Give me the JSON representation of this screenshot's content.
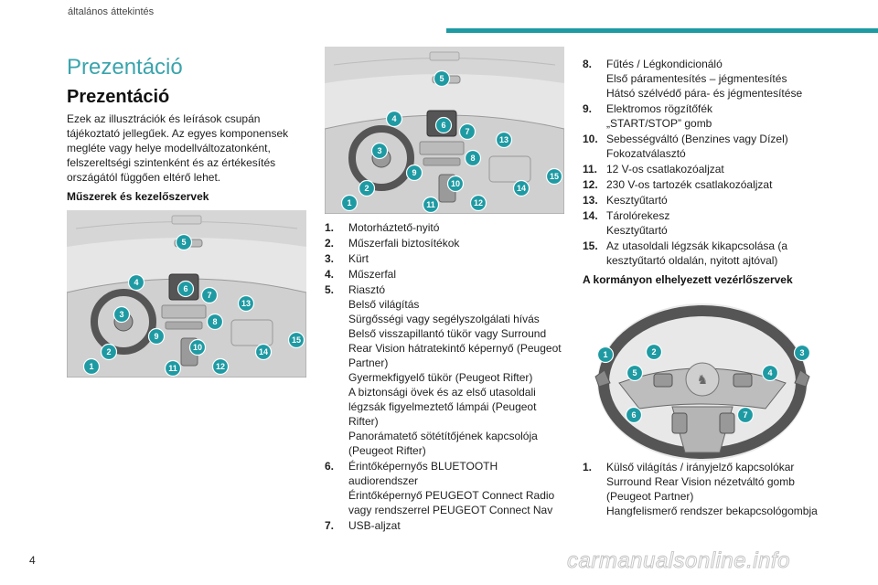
{
  "header": {
    "section": "általános áttekintés"
  },
  "page": {
    "title": "Prezentáció",
    "heading": "Prezentáció",
    "intro": "Ezek az illusztrációk és leírások csupán tájékoztató jellegűek. Az egyes komponensek megléte vagy helye modellváltozatonként, felszereltségi szintenként és az értékesítés országától függően eltérő lehet.",
    "subheading_controls": "Műszerek és kezelőszervek",
    "subheading_steering": "A kormányon elhelyezett vezérlőszervek",
    "page_number": "4"
  },
  "dashboard_callouts": [
    "1",
    "2",
    "3",
    "4",
    "5",
    "6",
    "7",
    "8",
    "9",
    "10",
    "11",
    "12",
    "13",
    "14",
    "15"
  ],
  "steering_callouts": [
    "1",
    "2",
    "3",
    "4",
    "5",
    "6",
    "7"
  ],
  "list_middle": [
    {
      "num": "1.",
      "lines": [
        "Motorháztető-nyitó"
      ]
    },
    {
      "num": "2.",
      "lines": [
        "Műszerfali biztosítékok"
      ]
    },
    {
      "num": "3.",
      "lines": [
        "Kürt"
      ]
    },
    {
      "num": "4.",
      "lines": [
        "Műszerfal"
      ]
    },
    {
      "num": "5.",
      "lines": [
        "Riasztó",
        "Belső világítás",
        "Sürgősségi vagy segélyszolgálati hívás",
        "Belső visszapillantó tükör vagy Surround Rear Vision hátratekintő képernyő (Peugeot Partner)",
        "Gyermekfigyelő tükör (Peugeot Rifter)",
        "A biztonsági övek és az első utasoldali légzsák figyelmeztető lámpái (Peugeot Rifter)",
        "Panorámatető sötétítőjének kapcsolója (Peugeot Rifter)"
      ]
    },
    {
      "num": "6.",
      "lines": [
        "Érintőképernyős BLUETOOTH audiorendszer",
        "Érintőképernyő PEUGEOT Connect Radio vagy rendszerrel PEUGEOT Connect Nav"
      ]
    },
    {
      "num": "7.",
      "lines": [
        "USB-aljzat"
      ]
    }
  ],
  "list_right": [
    {
      "num": "8.",
      "lines": [
        "Fűtés / Légkondicionáló",
        "Első páramentesítés – jégmentesítés",
        "Hátsó szélvédő pára- és jégmentesítése"
      ]
    },
    {
      "num": "9.",
      "lines": [
        "Elektromos rögzítőfék",
        "„START/STOP” gomb"
      ]
    },
    {
      "num": "10.",
      "lines": [
        "Sebességváltó (Benzines vagy Dízel)",
        "Fokozatválasztó"
      ]
    },
    {
      "num": "11.",
      "lines": [
        "12 V-os csatlakozóaljzat"
      ]
    },
    {
      "num": "12.",
      "lines": [
        "230 V-os tartozék csatlakozóaljzat"
      ]
    },
    {
      "num": "13.",
      "lines": [
        "Kesztyűtartó"
      ]
    },
    {
      "num": "14.",
      "lines": [
        "Tárolórekesz",
        "Kesztyűtartó"
      ]
    },
    {
      "num": "15.",
      "lines": [
        "Az utasoldali légzsák kikapcsolása (a kesztyűtartó oldalán, nyitott ajtóval)"
      ]
    }
  ],
  "list_steering": [
    {
      "num": "1.",
      "lines": [
        "Külső világítás / irányjelző kapcsolókar",
        "Surround Rear Vision nézetváltó gomb (Peugeot Partner)",
        "Hangfelismerő rendszer bekapcsológombja"
      ]
    }
  ],
  "watermark": "carmanualsonline.info",
  "colors": {
    "accent": "#1e9aa3",
    "title": "#3aa4ac",
    "illustration_bg": "#e6e6e6"
  }
}
